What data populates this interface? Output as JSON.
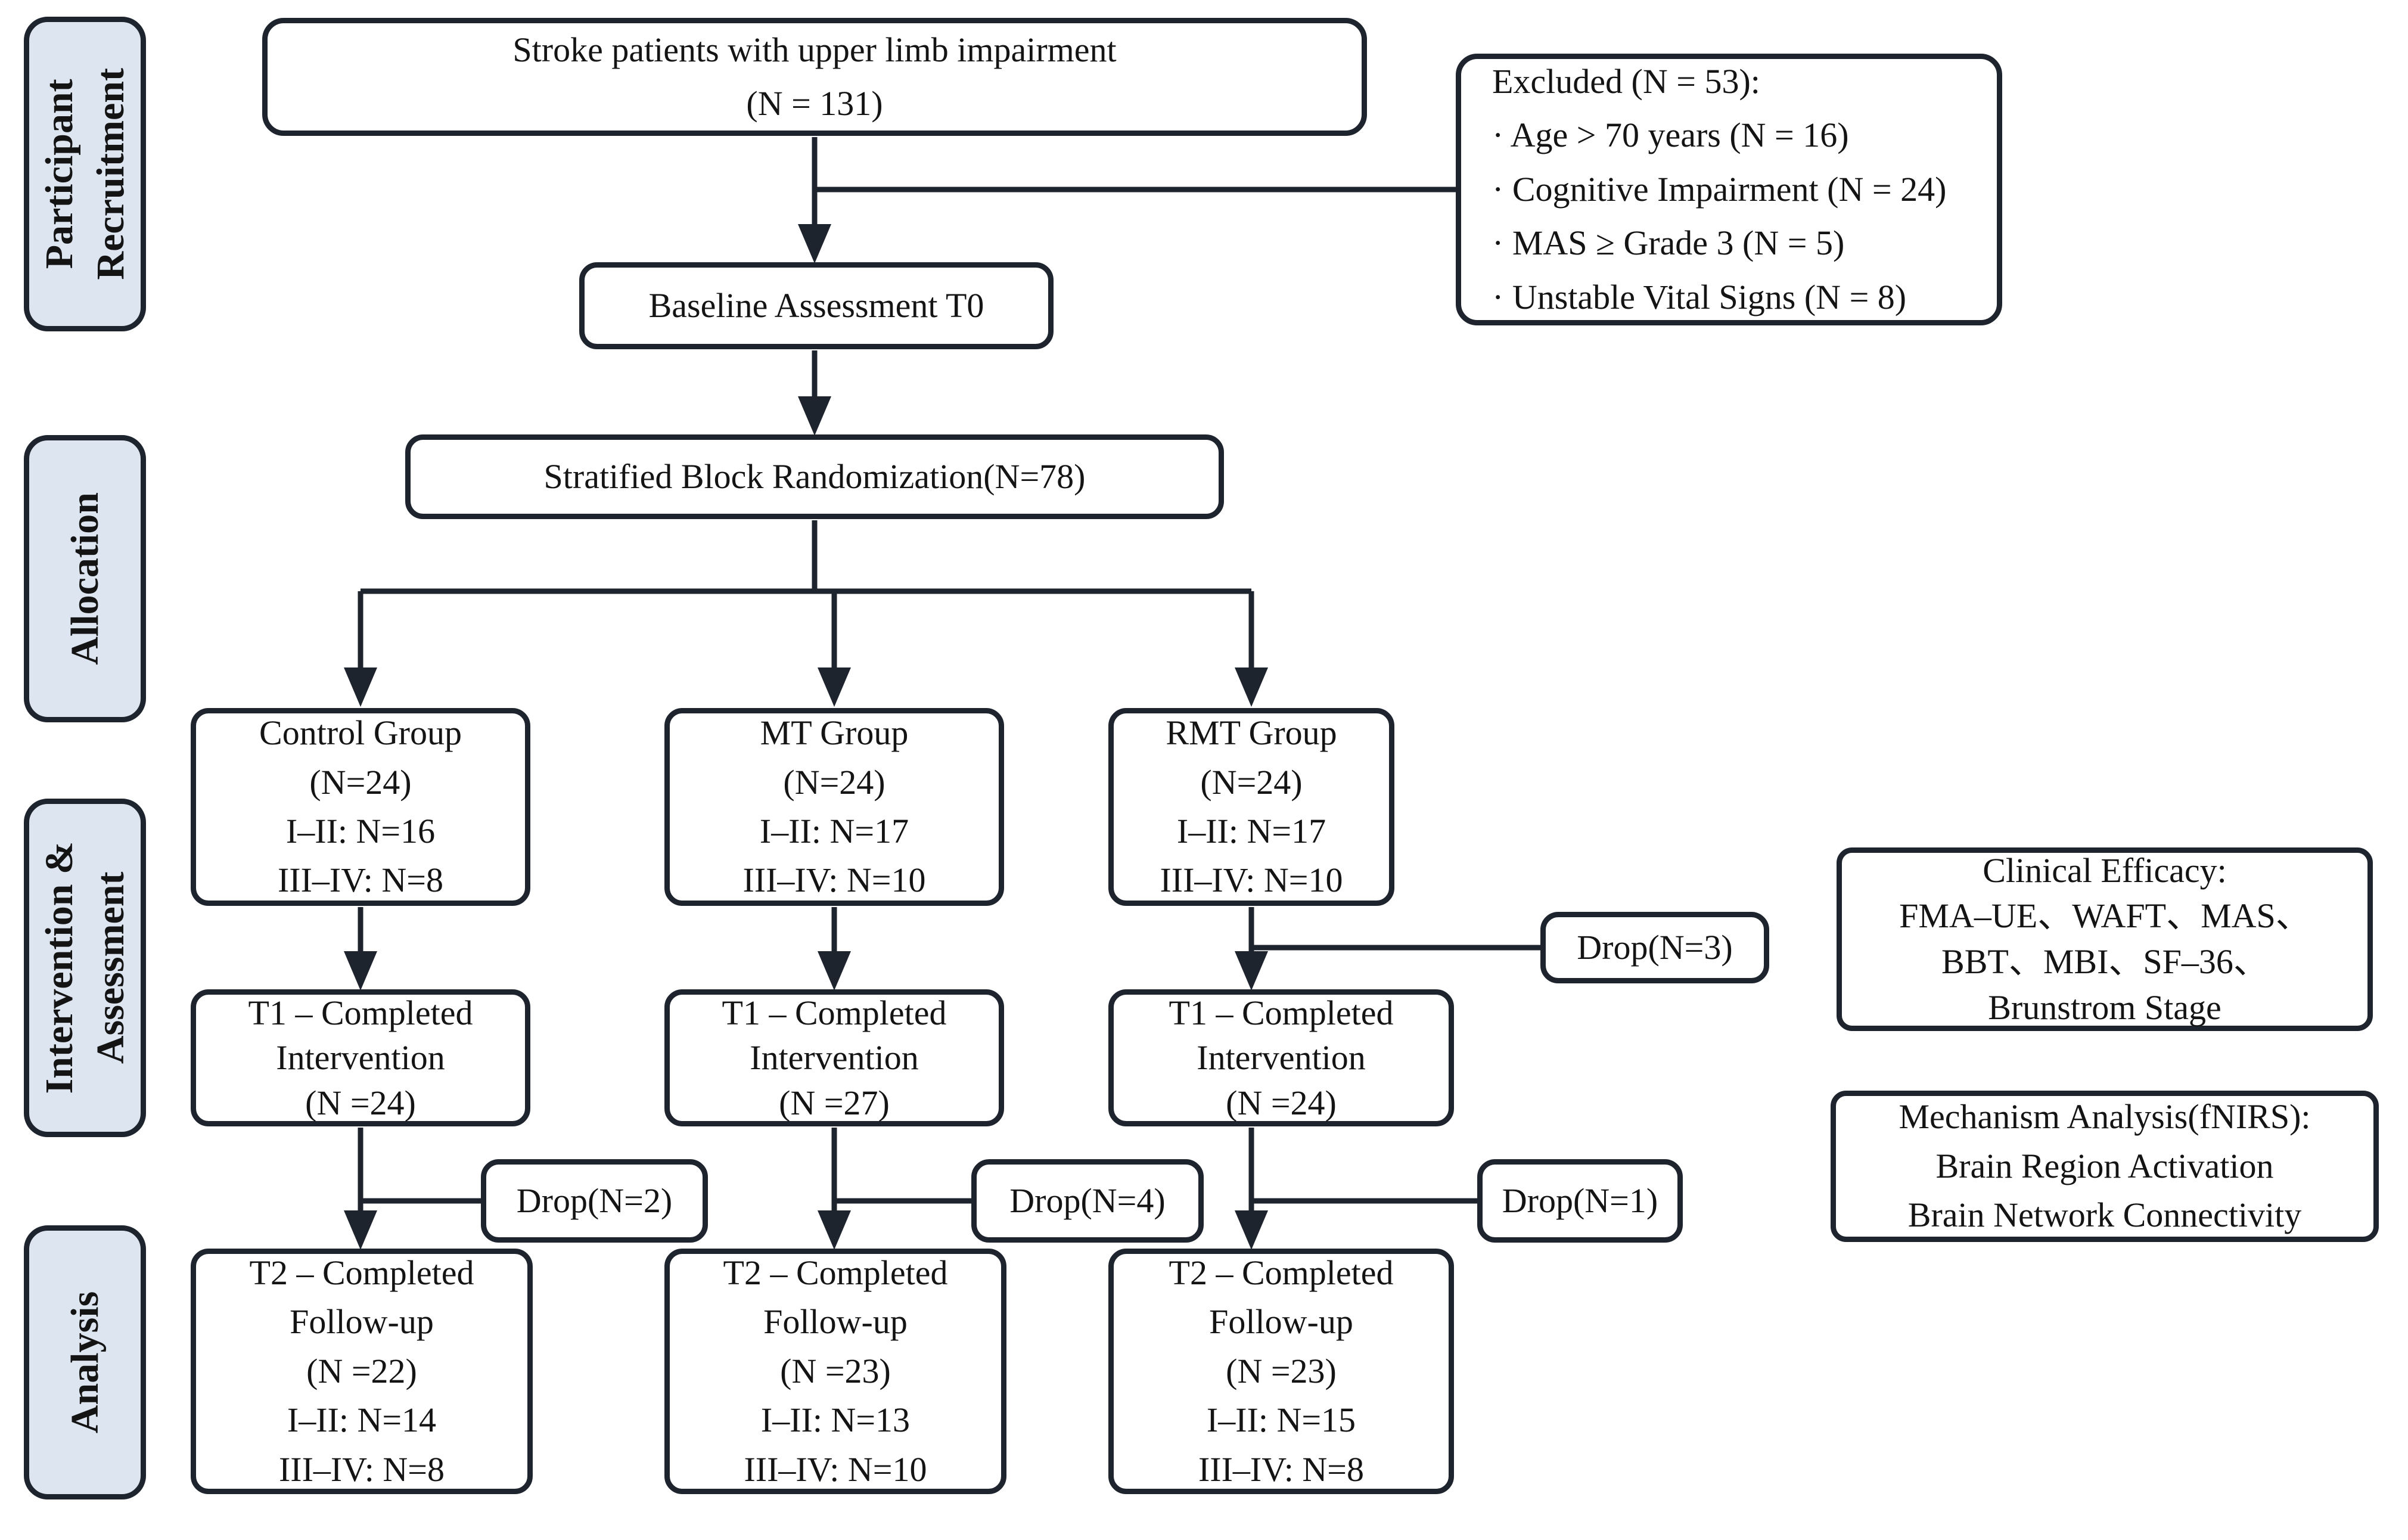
{
  "colors": {
    "line": "#1d242e",
    "label_fill": "#dce5f0",
    "box_fill": "#ffffff",
    "text": "#141414",
    "bg": "#ffffff"
  },
  "stages": {
    "participant_recruitment": "Participant\nRecruitment",
    "allocation": "Allocation",
    "intervention_assessment": "Intervention &\nAssessment",
    "analysis": "Analysis"
  },
  "flow": {
    "screening": "Stroke patients with upper limb impairment\n(N = 131)",
    "excluded": "Excluded (N = 53):\n· Age > 70 years (N = 16)\n· Cognitive Impairment (N = 24)\n· MAS ≥ Grade 3 (N = 5)\n· Unstable Vital Signs (N = 8)",
    "baseline": "Baseline Assessment T0",
    "randomization": "Stratified Block Randomization(N=78)",
    "control_group": "Control Group\n(N=24)\nI–II: N=16\nIII–IV: N=8",
    "mt_group": "MT Group\n(N=24)\nI–II: N=17\nIII–IV: N=10",
    "rmt_group": "RMT Group\n(N=24)\nI–II: N=17\nIII–IV: N=10",
    "drop_rmt_t1": "Drop(N=3)",
    "t1_control": "T1 – Completed\nIntervention\n(N =24)",
    "t1_mt": "T1 – Completed\nIntervention\n(N =27)",
    "t1_rmt": "T1 – Completed\nIntervention\n(N =24)",
    "drop_control_t2": "Drop(N=2)",
    "drop_mt_t2": "Drop(N=4)",
    "drop_rmt_t2": "Drop(N=1)",
    "t2_control": "T2 – Completed\nFollow-up\n(N =22)\nI–II: N=14\nIII–IV: N=8",
    "t2_mt": "T2 – Completed\nFollow-up\n(N =23)\nI–II: N=13\nIII–IV: N=10",
    "t2_rmt": "T2 – Completed\nFollow-up\n(N =23)\nI–II: N=15\nIII–IV: N=8",
    "clinical_efficacy": "Clinical Efficacy:\nFMA–UE、WAFT、MAS、\nBBT、MBI、SF–36、\nBrunstrom Stage",
    "mechanism_analysis": "Mechanism Analysis(fNIRS):\nBrain Region Activation\nBrain Network Connectivity"
  }
}
